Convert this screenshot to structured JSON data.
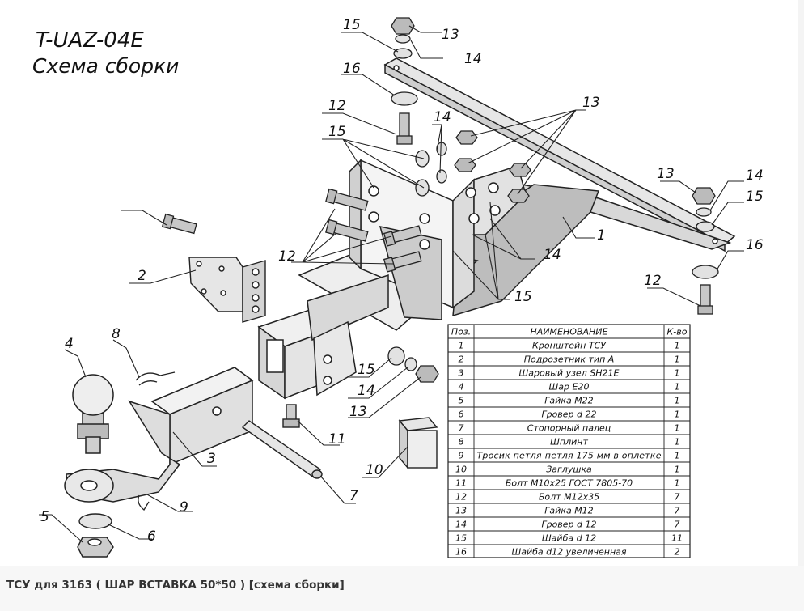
{
  "drawing": {
    "title": "T-UAZ-04E",
    "subtitle": "Схема сборки",
    "callouts": [
      "15",
      "13",
      "14",
      "16",
      "12",
      "14",
      "15",
      "13",
      "13",
      "14",
      "15",
      "12",
      "1",
      "14",
      "15",
      "16",
      "12",
      "2",
      "12",
      "8",
      "4",
      "15",
      "14",
      "13",
      "3",
      "11",
      "10",
      "7",
      "9",
      "5",
      "6"
    ]
  },
  "table": {
    "headers": [
      "Поз.",
      "НАИМЕНОВАНИЕ",
      "К-во"
    ],
    "rows": [
      [
        "1",
        "Кронштейн ТСУ",
        "1"
      ],
      [
        "2",
        "Подрозетник тип А",
        "1"
      ],
      [
        "3",
        "Шаровый узел SH21E",
        "1"
      ],
      [
        "4",
        "Шар E20",
        "1"
      ],
      [
        "5",
        "Гайка М22",
        "1"
      ],
      [
        "6",
        "Гровер d 22",
        "1"
      ],
      [
        "7",
        "Стопорный палец",
        "1"
      ],
      [
        "8",
        "Шплинт",
        "1"
      ],
      [
        "9",
        "Тросик петля-петля 175 мм в оплетке",
        "1"
      ],
      [
        "10",
        "Заглушка",
        "1"
      ],
      [
        "11",
        "Болт М10х25 ГОСТ 7805-70",
        "1"
      ],
      [
        "12",
        "Болт М12х35",
        "7"
      ],
      [
        "13",
        "Гайка М12",
        "7"
      ],
      [
        "14",
        "Гровер d 12",
        "7"
      ],
      [
        "15",
        "Шайба d 12",
        "11"
      ],
      [
        "16",
        "Шайба d12 увеличенная",
        "2"
      ]
    ]
  },
  "caption": "ТСУ для 3163 ( ШАР ВСТАВКА 50*50 ) [схема сборки]"
}
